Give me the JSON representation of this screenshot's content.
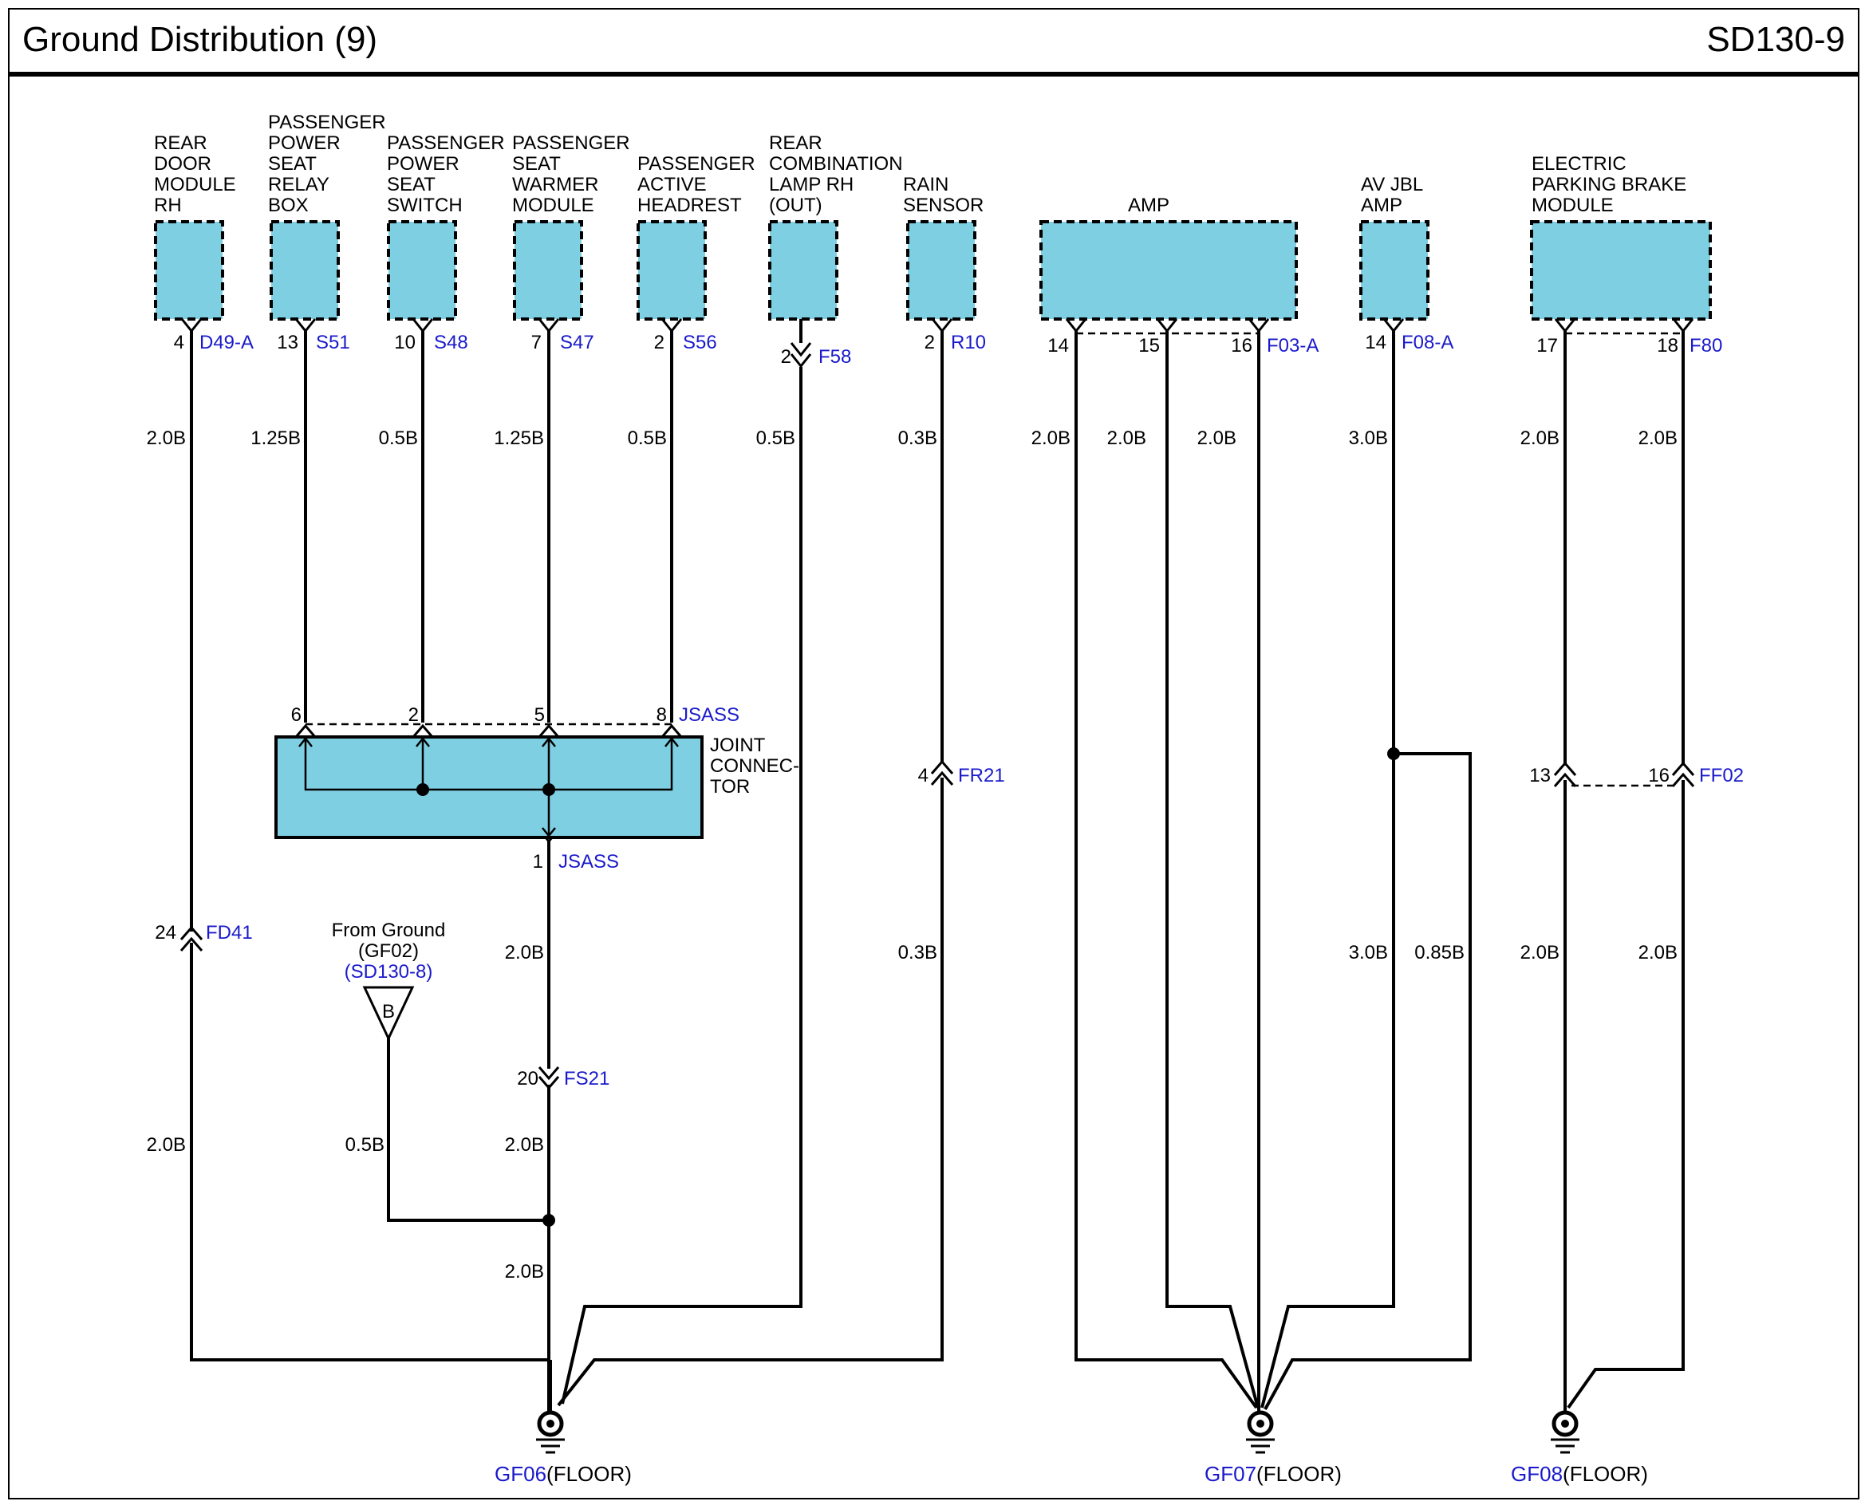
{
  "header": {
    "title": "Ground Distribution (9)",
    "page_code": "SD130-9"
  },
  "colors": {
    "module_fill": "#7fcfe3",
    "wire": "#000000",
    "connector_text": "#1a1acc"
  },
  "modules": [
    {
      "id": "rear-door-module-rh",
      "label": [
        "REAR",
        "DOOR",
        "MODULE",
        "RH"
      ],
      "pin": "4",
      "connector": "D49-A",
      "wire": "2.0B"
    },
    {
      "id": "passenger-power-seat-relay-box",
      "label": [
        "PASSENGER",
        "POWER",
        "SEAT",
        "RELAY",
        "BOX"
      ],
      "pin": "13",
      "connector": "S51",
      "wire": "1.25B"
    },
    {
      "id": "passenger-power-seat-switch",
      "label": [
        "PASSENGER",
        "POWER",
        "SEAT",
        "SWITCH"
      ],
      "pin": "10",
      "connector": "S48",
      "wire": "0.5B"
    },
    {
      "id": "passenger-seat-warmer-module",
      "label": [
        "PASSENGER",
        "SEAT",
        "WARMER",
        "MODULE"
      ],
      "pin": "7",
      "connector": "S47",
      "wire": "1.25B"
    },
    {
      "id": "passenger-active-headrest",
      "label": [
        "PASSENGER",
        "ACTIVE",
        "HEADREST"
      ],
      "pin": "2",
      "connector": "S56",
      "wire": "0.5B"
    },
    {
      "id": "rear-combination-lamp-rh",
      "label": [
        "REAR",
        "COMBINATION",
        "LAMP RH",
        "(OUT)"
      ],
      "pin": "2",
      "connector": "F58",
      "wire": "0.5B"
    },
    {
      "id": "rain-sensor",
      "label": [
        "RAIN",
        "SENSOR"
      ],
      "pin": "2",
      "connector": "R10",
      "wire": "0.3B"
    },
    {
      "id": "amp",
      "label": [
        "AMP"
      ],
      "pins": [
        "14",
        "15",
        "16"
      ],
      "connector": "F03-A",
      "wires": [
        "2.0B",
        "2.0B",
        "2.0B"
      ]
    },
    {
      "id": "av-jbl-amp",
      "label": [
        "AV JBL",
        "AMP"
      ],
      "pin": "14",
      "connector": "F08-A",
      "wire": "3.0B"
    },
    {
      "id": "electric-parking-brake-module",
      "label": [
        "ELECTRIC",
        "PARKING BRAKE",
        "MODULE"
      ],
      "pins": [
        "17",
        "18"
      ],
      "connector": "F80",
      "wires": [
        "2.0B",
        "2.0B"
      ]
    }
  ],
  "joint_connector": {
    "label": [
      "JOINT",
      "CONNEC-",
      "TOR"
    ],
    "connector": "JSASS",
    "input_pins": [
      "6",
      "2",
      "5",
      "8"
    ],
    "output_pin": "1",
    "output_wire": "2.0B"
  },
  "inline_connectors": {
    "fd41": {
      "pin": "24",
      "name": "FD41",
      "wire": "2.0B"
    },
    "fs21": {
      "pin": "20",
      "name": "FS21",
      "wire": "2.0B"
    },
    "fr21": {
      "pin": "4",
      "name": "FR21",
      "wire": "0.3B"
    },
    "ff02": {
      "pins": [
        "13",
        "16"
      ],
      "name": "FF02",
      "wires": [
        "2.0B",
        "2.0B"
      ]
    },
    "av_jbl_split": {
      "wires": [
        "3.0B",
        "0.85B"
      ]
    }
  },
  "from_ground": {
    "text": [
      "From Ground",
      "(GF02)"
    ],
    "ref": "(SD130-8)",
    "marker": "B",
    "wire": "0.5B",
    "merged_wire": "2.0B"
  },
  "grounds": [
    {
      "id": "GF06",
      "location": "(FLOOR)"
    },
    {
      "id": "GF07",
      "location": "(FLOOR)"
    },
    {
      "id": "GF08",
      "location": "(FLOOR)"
    }
  ]
}
